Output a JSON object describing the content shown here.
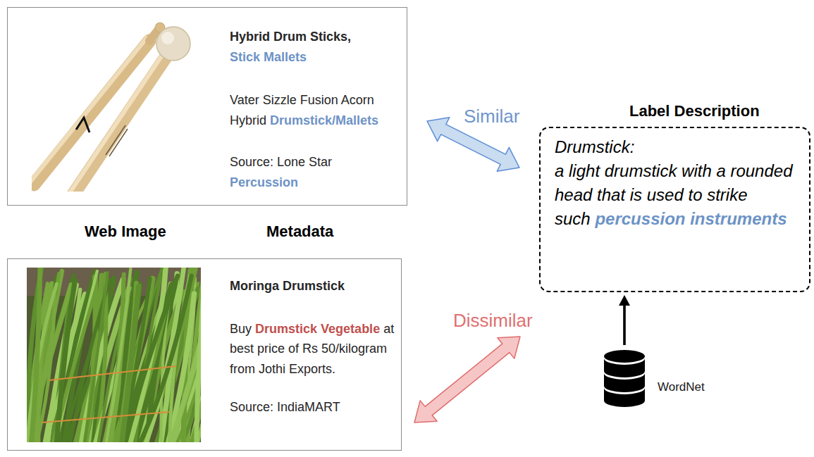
{
  "diagram": {
    "nodes": [
      {
        "text": [
          "Hybrid Drum Sticks,",
          "Stick Mallets",
          "Vater Sizzle Fusion Acorn Hybrid",
          "Drumstick/Mallets",
          "Source: Lone Star",
          "Percussion"
        ]
      },
      {
        "text": [
          "Label Description",
          "Drumstick:",
          "a light drumstick with a rounded head that is used to strike such",
          "percussion instruments"
        ]
      },
      {
        "text": [
          "Moringa Drumstick",
          "Buy",
          "Drumstick Vegetable",
          "at best price of Rs 50/kilogram from Jothi Exports.",
          "Source: IndiaMART"
        ]
      },
      {
        "text": [
          "WordNet"
        ]
      }
    ],
    "edges": [
      {
        "from": 0,
        "to": 1,
        "label": "Similar",
        "arrow": "both"
      },
      {
        "from": 2,
        "to": 1,
        "label": "Dissimilar",
        "arrow": "both"
      },
      {
        "from": 3,
        "to": 1,
        "arrow": "to"
      }
    ],
    "labels": [
      "Web Image",
      "Metadata"
    ]
  }
}
